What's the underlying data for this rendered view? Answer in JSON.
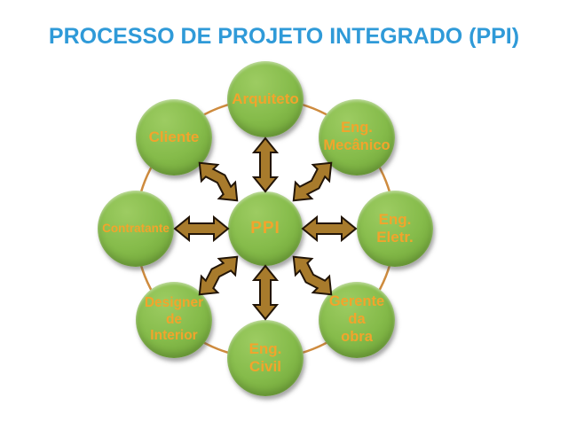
{
  "title": "PROCESSO DE PROJETO INTEGRADO (PPI)",
  "diagram": {
    "center": {
      "id": "ppi",
      "label": "PPI"
    },
    "nodes": [
      {
        "id": "arquiteto",
        "label": "Arquiteto"
      },
      {
        "id": "eng-mecanico",
        "label": "Eng.\nMecânico"
      },
      {
        "id": "eng-eletr",
        "label": "Eng.\nEletr."
      },
      {
        "id": "gerente-da-obra",
        "label": "Gerente\nda\nobra"
      },
      {
        "id": "eng-civil",
        "label": "Eng.\nCivil"
      },
      {
        "id": "designer-de-interior",
        "label": "Designer\nde\nInterior"
      },
      {
        "id": "contratante",
        "label": "Contratante"
      },
      {
        "id": "cliente",
        "label": "Cliente"
      }
    ],
    "arrows": [
      {
        "from": "ppi",
        "to": "arquiteto",
        "type": "double"
      },
      {
        "from": "ppi",
        "to": "eng-mecanico",
        "type": "double"
      },
      {
        "from": "ppi",
        "to": "eng-eletr",
        "type": "double"
      },
      {
        "from": "ppi",
        "to": "gerente-da-obra",
        "type": "double"
      },
      {
        "from": "ppi",
        "to": "eng-civil",
        "type": "double"
      },
      {
        "from": "ppi",
        "to": "designer-de-interior",
        "type": "double"
      },
      {
        "from": "ppi",
        "to": "contratante",
        "type": "double"
      },
      {
        "from": "ppi",
        "to": "cliente",
        "type": "double"
      }
    ]
  },
  "colors": {
    "title_blue": "#2f9ad8",
    "circle_green": "#85bb4a",
    "circle_green_light": "#9dcc62",
    "circle_green_dark": "#699d33",
    "label_orange": "#f2a42c",
    "arrow_brown": "#a87b2c",
    "arrow_outline": "#221508",
    "ring_tan": "#ce8b3e"
  }
}
